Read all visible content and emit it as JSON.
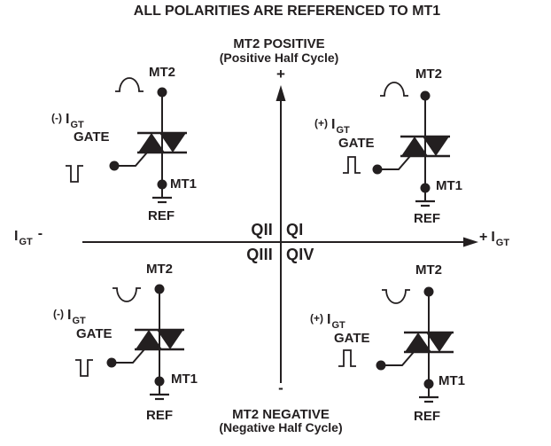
{
  "title": "ALL POLARITIES ARE REFERENCED TO MT1",
  "axes": {
    "vertical_top": {
      "label": "MT2 POSITIVE",
      "sublabel": "(Positive Half Cycle)",
      "sign": "+"
    },
    "vertical_bottom": {
      "label": "MT2 NEGATIVE",
      "sublabel": "(Negative Half Cycle)",
      "sign": "-"
    },
    "horizontal_left": {
      "base": "I",
      "sub": "GT",
      "sign": "-"
    },
    "horizontal_right": {
      "sign": "+",
      "base": "I",
      "sub": "GT"
    }
  },
  "quadrant_labels": {
    "qi": "QI",
    "qii": "QII",
    "qiii": "QIII",
    "qiv": "QIV"
  },
  "circuits": [
    {
      "quadrant": "QII",
      "gate_polarity": "(-)",
      "igt_base": "I",
      "igt_sub": "GT",
      "gate_label": "GATE",
      "top_terminal": "MT2",
      "bottom_terminal": "MT1",
      "ref_label": "REF",
      "mt2_waveform": "positive-half-cycle",
      "gate_pulse": "negative-pulse"
    },
    {
      "quadrant": "QI",
      "gate_polarity": "(+)",
      "igt_base": "I",
      "igt_sub": "GT",
      "gate_label": "GATE",
      "top_terminal": "MT2",
      "bottom_terminal": "MT1",
      "ref_label": "REF",
      "mt2_waveform": "positive-half-cycle",
      "gate_pulse": "positive-pulse"
    },
    {
      "quadrant": "QIII",
      "gate_polarity": "(-)",
      "igt_base": "I",
      "igt_sub": "GT",
      "gate_label": "GATE",
      "top_terminal": "MT2",
      "bottom_terminal": "MT1",
      "ref_label": "REF",
      "mt2_waveform": "negative-half-cycle",
      "gate_pulse": "negative-pulse"
    },
    {
      "quadrant": "QIV",
      "gate_polarity": "(+)",
      "igt_base": "I",
      "igt_sub": "GT",
      "gate_label": "GATE",
      "top_terminal": "MT2",
      "bottom_terminal": "MT1",
      "ref_label": "REF",
      "mt2_waveform": "negative-half-cycle",
      "gate_pulse": "positive-pulse"
    }
  ],
  "colors": {
    "ink": "#231f20",
    "background": "#ffffff"
  }
}
